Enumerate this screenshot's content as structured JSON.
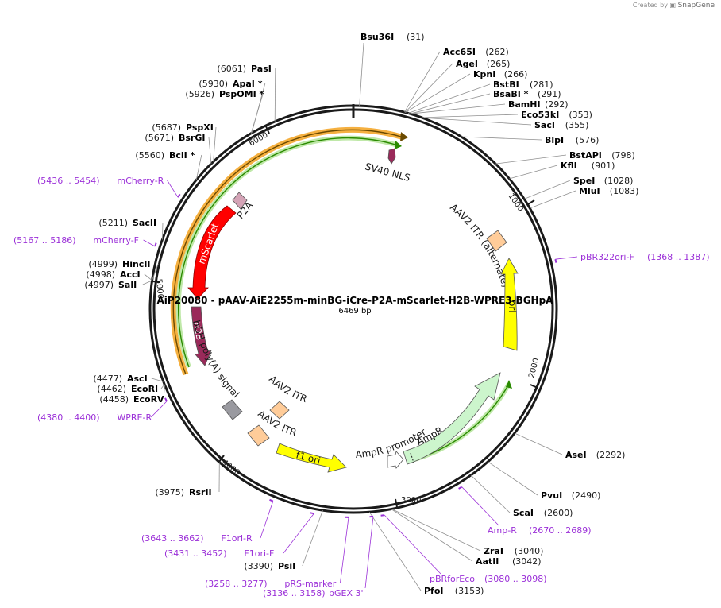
{
  "credit": {
    "prefix": "Created by",
    "brand": "SnapGene"
  },
  "plasmid": {
    "name": "AiP20080 - pAAV-AiE2255m-minBG-iCre-P2A-mScarlet-H2B-WPRE3-BGHpA",
    "length": "6469 bp"
  },
  "ticks": [
    "1000",
    "2000",
    "3000",
    "4000",
    "5000",
    "6000"
  ],
  "sites": [
    {
      "name": "Bsu36I",
      "pos": "(31)",
      "star": ""
    },
    {
      "name": "Acc65I",
      "pos": "(262)",
      "star": ""
    },
    {
      "name": "AgeI",
      "pos": "(265)",
      "star": ""
    },
    {
      "name": "KpnI",
      "pos": "(266)",
      "star": ""
    },
    {
      "name": "BstBI",
      "pos": "(281)",
      "star": ""
    },
    {
      "name": "BsaBI",
      "pos": "(291)",
      "star": "*"
    },
    {
      "name": "BamHI",
      "pos": "(292)",
      "star": ""
    },
    {
      "name": "Eco53kI",
      "pos": "(353)",
      "star": ""
    },
    {
      "name": "SacI",
      "pos": "(355)",
      "star": ""
    },
    {
      "name": "BlpI",
      "pos": "(576)",
      "star": ""
    },
    {
      "name": "BstAPI",
      "pos": "(798)",
      "star": ""
    },
    {
      "name": "KflI",
      "pos": "(901)",
      "star": ""
    },
    {
      "name": "SpeI",
      "pos": "(1028)",
      "star": ""
    },
    {
      "name": "MluI",
      "pos": "(1083)",
      "star": ""
    },
    {
      "name": "AseI",
      "pos": "(2292)",
      "star": ""
    },
    {
      "name": "PvuI",
      "pos": "(2490)",
      "star": ""
    },
    {
      "name": "ScaI",
      "pos": "(2600)",
      "star": ""
    },
    {
      "name": "ZraI",
      "pos": "(3040)",
      "star": ""
    },
    {
      "name": "AatII",
      "pos": "(3042)",
      "star": ""
    },
    {
      "name": "PfoI",
      "pos": "(3153)",
      "star": ""
    },
    {
      "name": "PsiI",
      "pos": "(3390)",
      "star": ""
    },
    {
      "name": "RsrII",
      "pos": "(3975)",
      "star": ""
    },
    {
      "name": "EcoRV",
      "pos": "(4458)",
      "star": ""
    },
    {
      "name": "EcoRI",
      "pos": "(4462)",
      "star": ""
    },
    {
      "name": "AscI",
      "pos": "(4477)",
      "star": ""
    },
    {
      "name": "SalI",
      "pos": "(4997)",
      "star": ""
    },
    {
      "name": "AccI",
      "pos": "(4998)",
      "star": ""
    },
    {
      "name": "HincII",
      "pos": "(4999)",
      "star": ""
    },
    {
      "name": "SacII",
      "pos": "(5211)",
      "star": ""
    },
    {
      "name": "BclI",
      "pos": "(5560)",
      "star": "*"
    },
    {
      "name": "BsrGI",
      "pos": "(5671)",
      "star": ""
    },
    {
      "name": "PspXI",
      "pos": "(5687)",
      "star": ""
    },
    {
      "name": "PspOMI",
      "pos": "(5926)",
      "star": "*"
    },
    {
      "name": "ApaI",
      "pos": "(5930)",
      "star": "*"
    },
    {
      "name": "PasI",
      "pos": "(6061)",
      "star": ""
    }
  ],
  "primers": [
    {
      "name": "pBR322ori-F",
      "range": "(1368 .. 1387)"
    },
    {
      "name": "Amp-R",
      "range": "(2670 .. 2689)"
    },
    {
      "name": "pBRforEco",
      "range": "(3080 .. 3098)"
    },
    {
      "name": "pGEX 3'",
      "range": "(3136 .. 3158)"
    },
    {
      "name": "pRS-marker",
      "range": "(3258 .. 3277)"
    },
    {
      "name": "F1ori-F",
      "range": "(3431 .. 3452)"
    },
    {
      "name": "F1ori-R",
      "range": "(3643 .. 3662)"
    },
    {
      "name": "WPRE-R",
      "range": "(4380 .. 4400)"
    },
    {
      "name": "mCherry-F",
      "range": "(5167 .. 5186)"
    },
    {
      "name": "mCherry-R",
      "range": "(5436 .. 5454)"
    }
  ],
  "features": {
    "sv40_nls": "SV40 NLS",
    "p2a": "P2A",
    "mscarlet": "mScarlet",
    "h2b": "H2B",
    "bgh": "bGH poly(A) signal",
    "itr_alt": "AAV2 ITR (alternate)",
    "ori": "ori",
    "ampr": "AmpR",
    "ampr_promoter": "AmpR promoter",
    "f1_ori": "f1 ori",
    "itr1": "AAV2 ITR",
    "itr2": "AAV2 ITR"
  },
  "colors": {
    "backbone": "#1a1a1a",
    "primer": "#9b30d8",
    "mscarlet": "#ff0000",
    "h2b": "#9a2a5a",
    "ori": "#ffff00",
    "ampr": "#ccf5cc",
    "itr": "#ffcc99",
    "orange_arc": "#f5b040",
    "green_arc": "#2a8a00"
  }
}
